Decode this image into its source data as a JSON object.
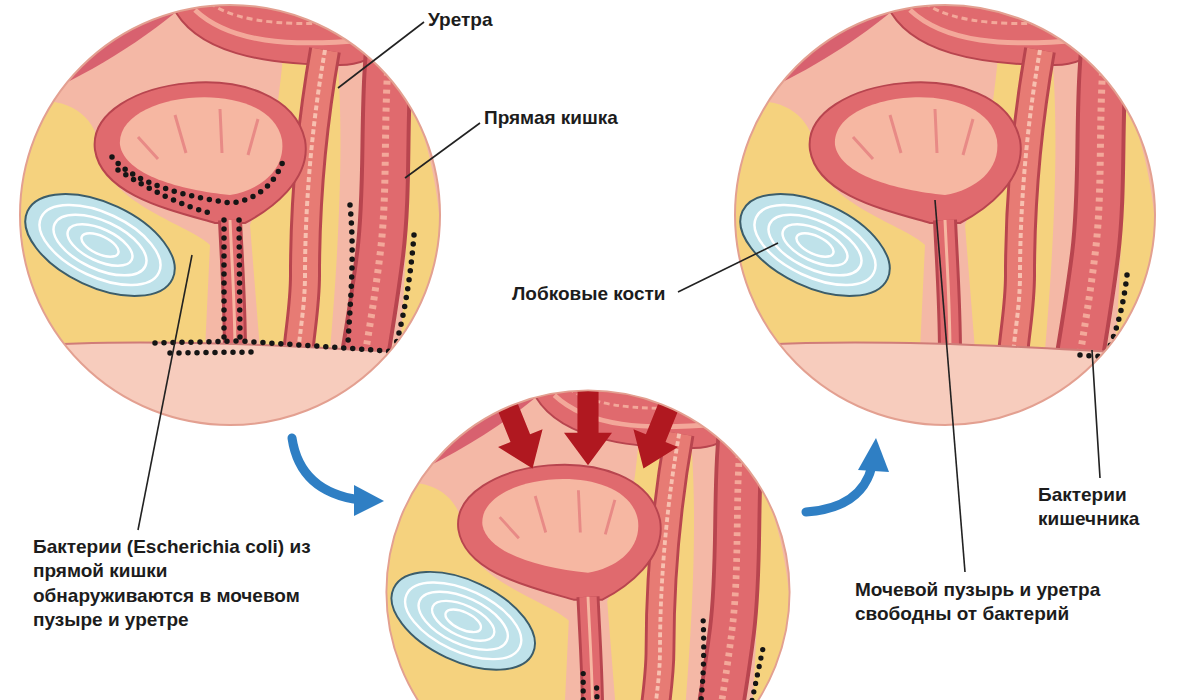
{
  "diagram": {
    "labels": [
      "Уретра",
      "Прямая кишка",
      "Бактерии (Escherichia coli) из прямой кишки обнаруживаются в мочевом пузыре и уретре",
      "Лобковые кости",
      "Бактерии кишечника",
      "Мочевой пузырь и уретра свободны от бактерий"
    ]
  }
}
